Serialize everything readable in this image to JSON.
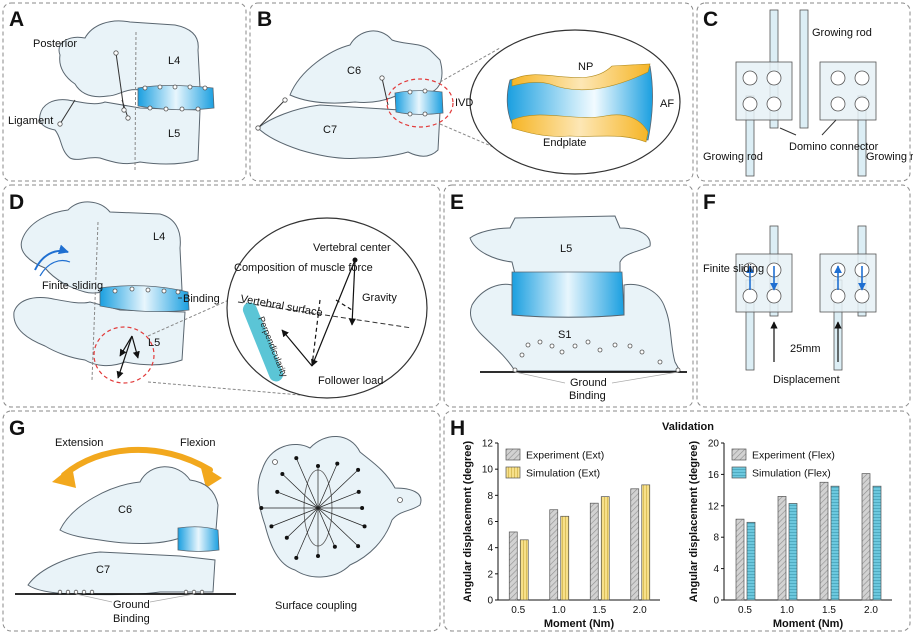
{
  "panels": {
    "a": {
      "letter": "A",
      "posterior": "Posterior",
      "ligament": "Ligament",
      "l4": "L4",
      "l5": "L5"
    },
    "b": {
      "letter": "B",
      "c6": "C6",
      "c7": "C7",
      "ivd": "IVD",
      "np": "NP",
      "af": "AF",
      "endplate": "Endplate"
    },
    "c": {
      "letter": "C",
      "growing_rod_top": "Growing rod",
      "growing_rod_left": "Growing rod",
      "growing_rod_right": "Growing rod",
      "domino_connector": "Domino connector"
    },
    "d": {
      "letter": "D",
      "l4": "L4",
      "l5": "L5",
      "finite_sliding": "Finite sliding",
      "binding": "Binding",
      "vertebral_center": "Vertebral center",
      "muscle_force": "Composition of muscle force",
      "gravity": "Gravity",
      "vertebral_surface": "Vertebral surface",
      "perpendicularity": "Perpendicularity",
      "follower_load": "Follower load"
    },
    "e": {
      "letter": "E",
      "l5": "L5",
      "s1": "S1",
      "ground": "Ground",
      "binding": "Binding"
    },
    "f": {
      "letter": "F",
      "finite_sliding": "Finite sliding",
      "distance": "25mm",
      "displacement": "Displacement"
    },
    "g": {
      "letter": "G",
      "extension": "Extension",
      "flexion": "Flexion",
      "c6": "C6",
      "c7": "C7",
      "ground": "Ground",
      "binding": "Binding",
      "surface_coupling": "Surface coupling"
    },
    "h": {
      "letter": "H",
      "title": "Validation"
    }
  },
  "colors": {
    "bone_fill": "#e9f3f8",
    "disc": "#2aa8e6",
    "experiment": "#c8c8c8",
    "simulation_ext": "#f7e08a",
    "simulation_flex": "#6cc8de",
    "arrow_orange": "#f2a81d"
  },
  "chart_data": [
    {
      "type": "bar",
      "categories": [
        "0.5",
        "1.0",
        "1.5",
        "2.0"
      ],
      "xlabel": "Moment (Nm)",
      "ylabel": "Angular displacement (degree)",
      "ylim": [
        0,
        12
      ],
      "yticks": [
        0,
        2,
        4,
        6,
        8,
        10,
        12
      ],
      "legend": "top-left",
      "series": [
        {
          "name": "Experiment (Ext)",
          "values": [
            5.2,
            6.9,
            7.4,
            8.5
          ]
        },
        {
          "name": "Simulation (Ext)",
          "values": [
            4.6,
            6.4,
            7.9,
            8.8
          ]
        }
      ]
    },
    {
      "type": "bar",
      "categories": [
        "0.5",
        "1.0",
        "1.5",
        "2.0"
      ],
      "xlabel": "Moment (Nm)",
      "ylabel": "Angular displacement (degree)",
      "ylim": [
        0,
        20
      ],
      "yticks": [
        0,
        4,
        8,
        12,
        16,
        20
      ],
      "legend": "top-left",
      "series": [
        {
          "name": "Experiment (Flex)",
          "values": [
            10.3,
            13.2,
            15.0,
            16.1
          ]
        },
        {
          "name": "Simulation (Flex)",
          "values": [
            9.9,
            12.3,
            14.5,
            14.5
          ]
        }
      ]
    }
  ]
}
